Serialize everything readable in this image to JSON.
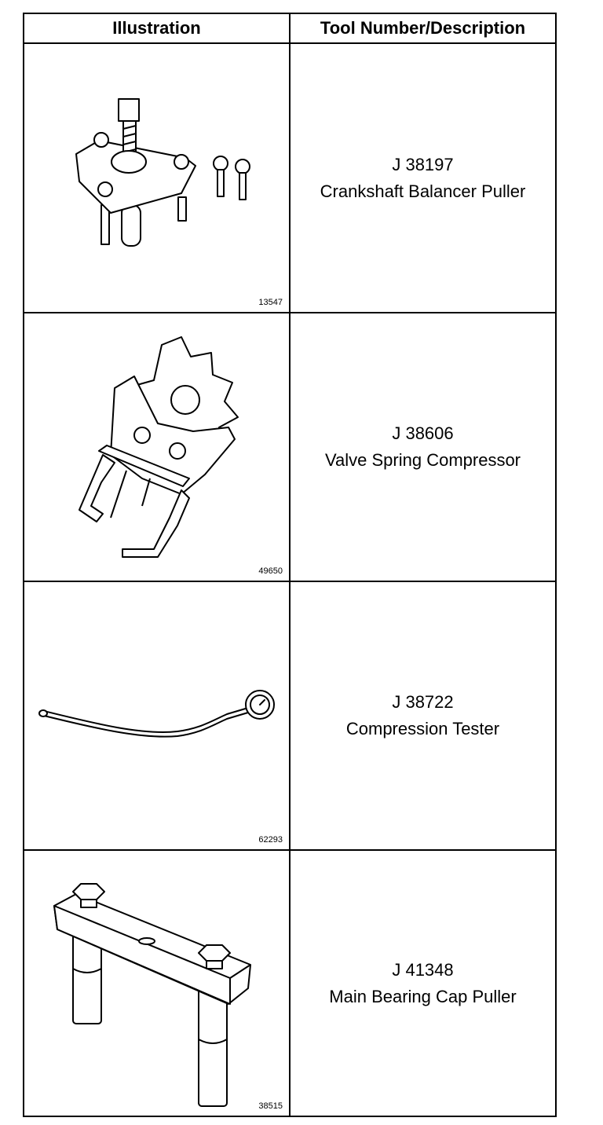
{
  "header": {
    "illustration": "Illustration",
    "tool": "Tool Number/Description"
  },
  "rows": [
    {
      "tool_number": "J 38197",
      "description": "Crankshaft Balancer Puller",
      "figure_id": "13547",
      "icon": "crankshaft-balancer-puller-icon"
    },
    {
      "tool_number": "J 38606",
      "description": "Valve Spring Compressor",
      "figure_id": "49650",
      "icon": "valve-spring-compressor-icon"
    },
    {
      "tool_number": "J 38722",
      "description": "Compression Tester",
      "figure_id": "62293",
      "icon": "compression-tester-icon"
    },
    {
      "tool_number": "J 41348",
      "description": "Main Bearing Cap Puller",
      "figure_id": "38515",
      "icon": "main-bearing-cap-puller-icon"
    }
  ]
}
